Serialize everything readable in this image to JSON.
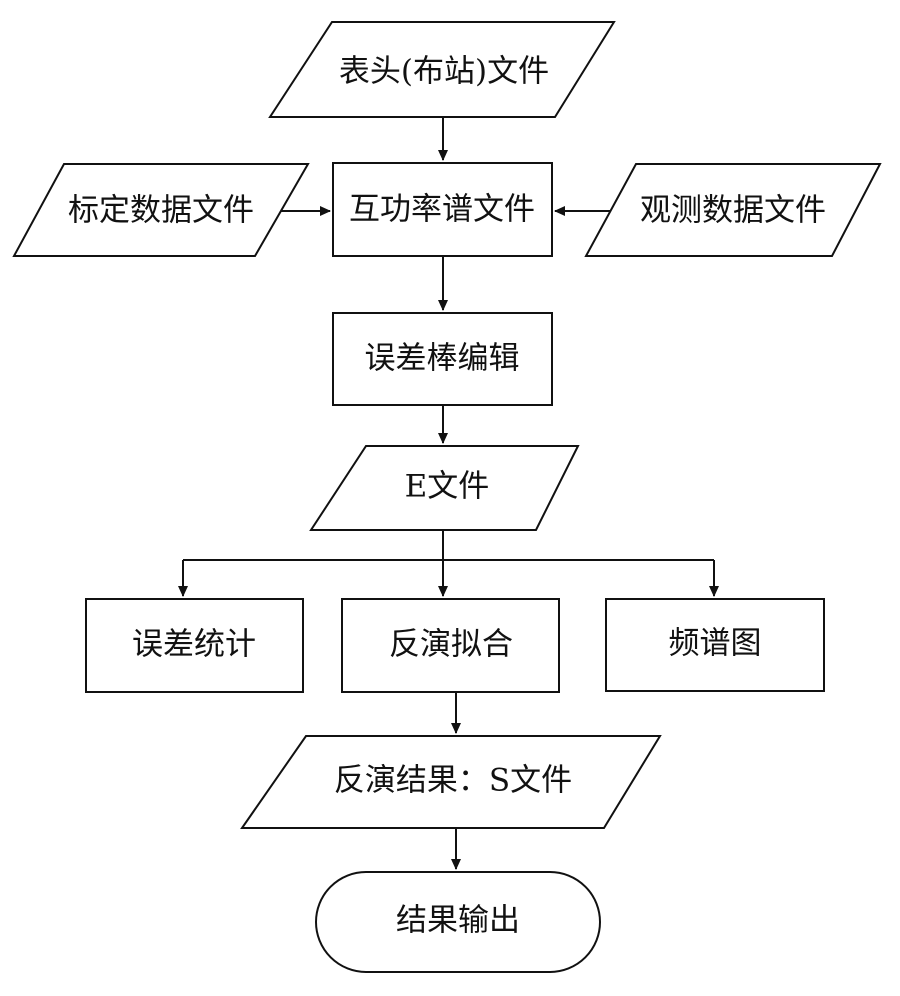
{
  "diagram": {
    "type": "flowchart",
    "nodes": {
      "header_file": "表头(布站)文件",
      "calibration_file": "标定数据文件",
      "cross_power_file": "互功率谱文件",
      "observation_file": "观测数据文件",
      "error_bar_edit": "误差棒编辑",
      "e_file": "E文件",
      "error_stats": "误差统计",
      "inversion_fit": "反演拟合",
      "spectrum_plot": "频谱图",
      "inversion_result": "反演结果：S文件",
      "result_output": "结果输出"
    },
    "edges": [
      [
        "header_file",
        "cross_power_file"
      ],
      [
        "calibration_file",
        "cross_power_file"
      ],
      [
        "observation_file",
        "cross_power_file"
      ],
      [
        "cross_power_file",
        "error_bar_edit"
      ],
      [
        "error_bar_edit",
        "e_file"
      ],
      [
        "e_file",
        "error_stats"
      ],
      [
        "e_file",
        "inversion_fit"
      ],
      [
        "e_file",
        "spectrum_plot"
      ],
      [
        "inversion_fit",
        "inversion_result"
      ],
      [
        "inversion_result",
        "result_output"
      ]
    ]
  }
}
